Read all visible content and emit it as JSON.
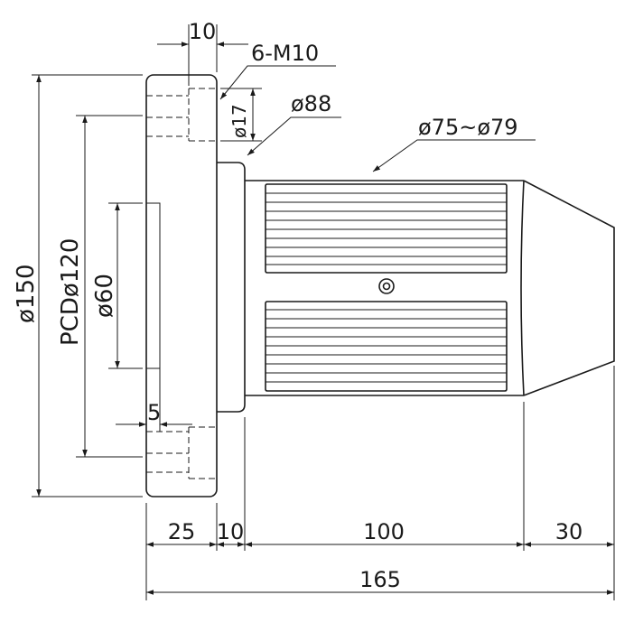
{
  "dimensions": {
    "flange_thickness": "10",
    "bolt_holes": "6-M10",
    "hole_dia": "ø17",
    "spigot_dia": "ø88",
    "body_dia": "ø75~ø79",
    "outer_dia": "ø150",
    "pcd": "PCDø120",
    "bore_dia": "ø60",
    "recess_depth": "5",
    "len_flange": "25",
    "len_spigot": "10",
    "len_body": "100",
    "len_taper": "30",
    "len_total": "165"
  }
}
